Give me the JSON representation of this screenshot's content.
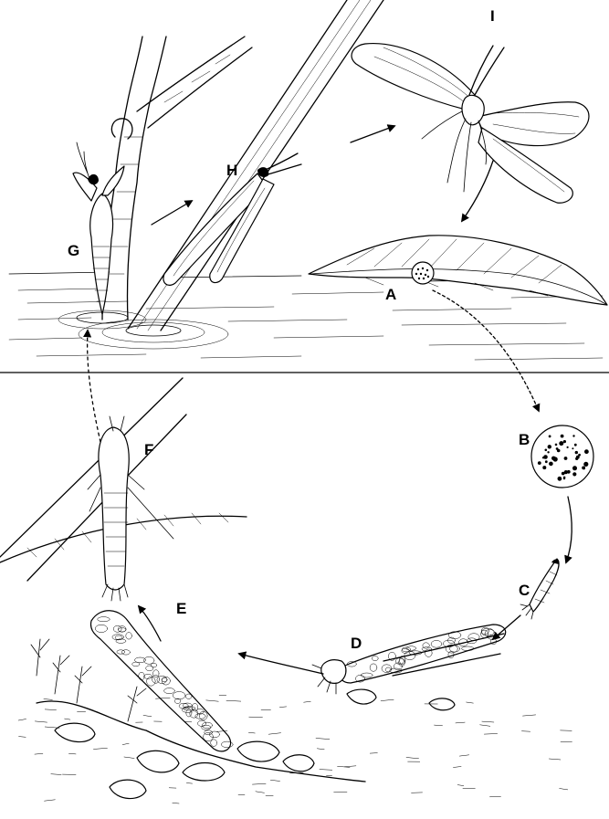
{
  "diagram": {
    "stages": [
      {
        "id": "egg-mass",
        "label": "A"
      },
      {
        "id": "egg",
        "label": "B"
      },
      {
        "id": "young-larva",
        "label": "C"
      },
      {
        "id": "cased-larva",
        "label": "D"
      },
      {
        "id": "pupal-case",
        "label": "E"
      },
      {
        "id": "pupa",
        "label": "F"
      },
      {
        "id": "emerging-adult",
        "label": "G"
      },
      {
        "id": "resting-adult",
        "label": "H"
      },
      {
        "id": "flying-adult",
        "label": "I"
      }
    ],
    "colors": {
      "ink": "#000000",
      "paper": "#ffffff"
    }
  }
}
